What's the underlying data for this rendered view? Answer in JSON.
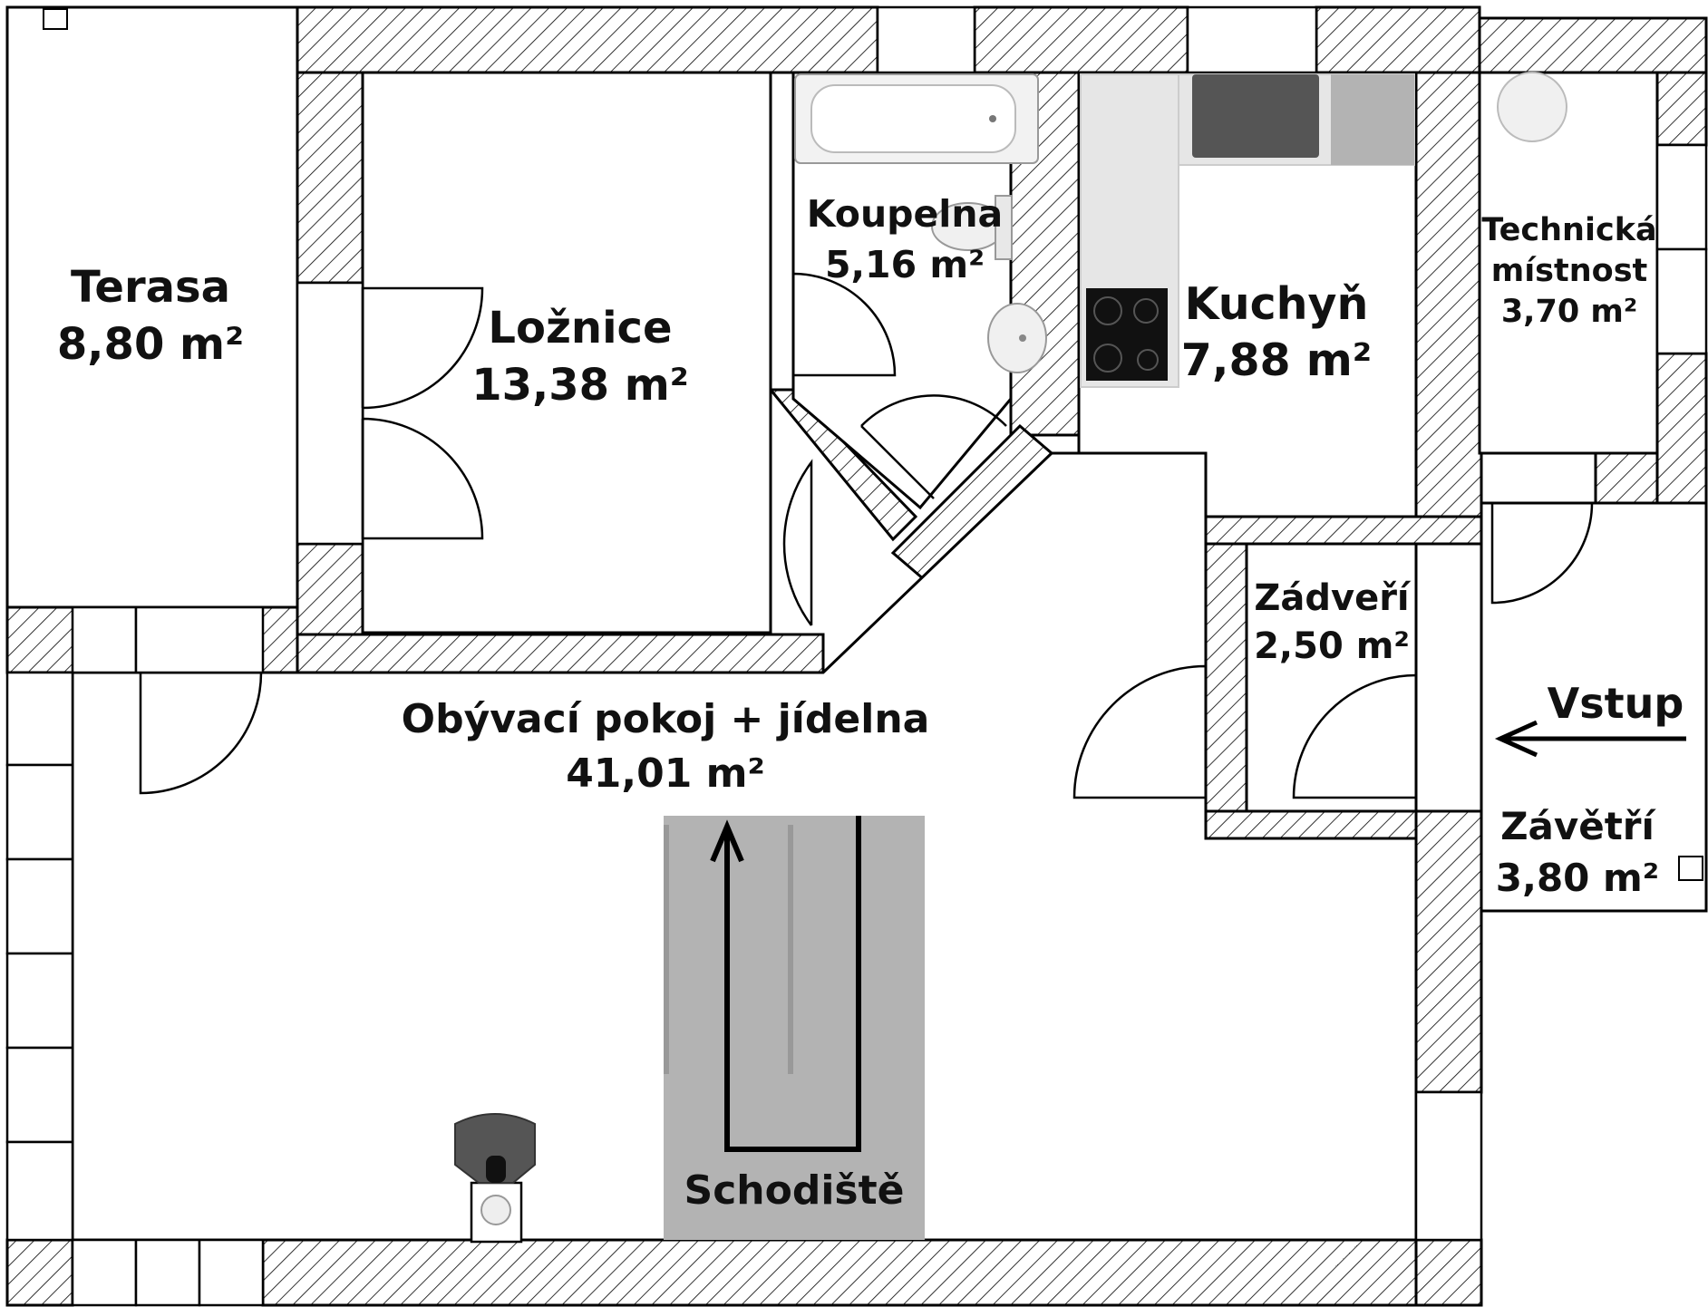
{
  "rooms": {
    "terasa": {
      "name": "Terasa",
      "area": "8,80 m²"
    },
    "loznice": {
      "name": "Ložnice",
      "area": "13,38 m²"
    },
    "koupelna": {
      "name": "Koupelna",
      "area": "5,16 m²"
    },
    "kuchyn": {
      "name": "Kuchyň",
      "area": "7,88 m²"
    },
    "technicka": {
      "name_line1": "Technická",
      "name_line2": "místnost",
      "area": "3,70 m²"
    },
    "zadveri": {
      "name": "Zádveří",
      "area": "2,50 m²"
    },
    "obyvaci": {
      "name": "Obývací pokoj + jídelna",
      "area": "41,01 m²"
    },
    "zavetri": {
      "name": "Závětří",
      "area": "3,80 m²"
    },
    "schodiste": {
      "name": "Schodiště"
    }
  },
  "entrance": {
    "label": "Vstup"
  },
  "colors": {
    "wall_stroke": "#000000",
    "stairs": "#b3b3b3",
    "stairs_line": "#999999",
    "worktop": "#e6e6e6",
    "sink": "#555555",
    "hob": "#111111",
    "fixture": "#f0f0f0"
  }
}
